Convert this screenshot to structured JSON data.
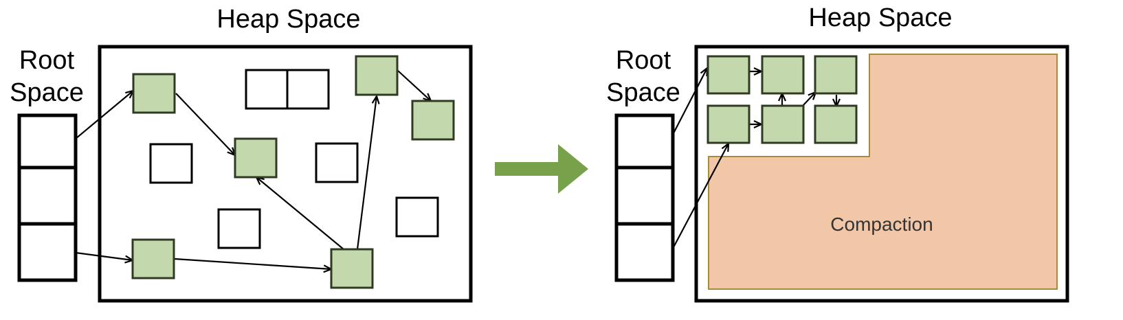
{
  "left": {
    "heap_title": "Heap Space",
    "root_label_line1": "Root",
    "root_label_line2": "Space"
  },
  "right": {
    "heap_title": "Heap Space",
    "root_label_line1": "Root",
    "root_label_line2": "Space",
    "compaction_label": "Compaction"
  },
  "colors": {
    "live_object": "#c3d9ad",
    "live_object_border": "#2f3a22",
    "compaction_fill": "#f1c7a8",
    "compaction_border": "#a78a3a",
    "transition_arrow": "#78a14c"
  }
}
